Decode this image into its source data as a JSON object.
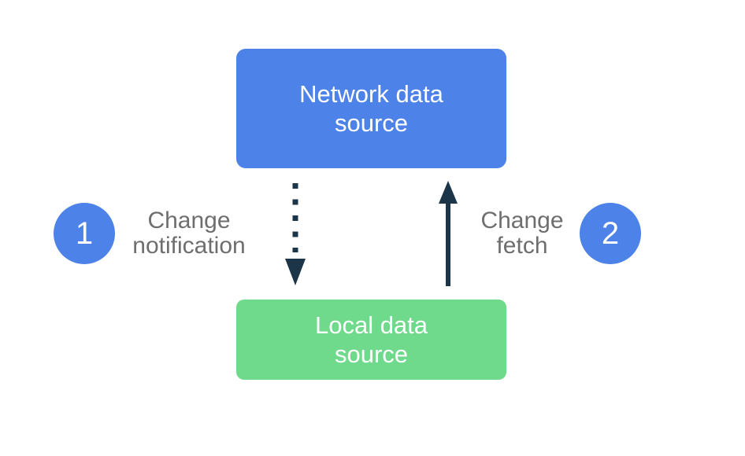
{
  "colors": {
    "background": "#ffffff",
    "node_network": "#4d82e8",
    "node_local": "#6fd98c",
    "node_text": "#ffffff",
    "badge": "#4d82e8",
    "badge_text": "#ffffff",
    "arrow": "#1c3548",
    "label_text": "#6e6e6e"
  },
  "nodes": {
    "network": {
      "line1": "Network data",
      "line2": "source"
    },
    "local": {
      "line1": "Local data",
      "line2": "source"
    }
  },
  "steps": {
    "one": {
      "number": "1",
      "line1": "Change",
      "line2": "notification"
    },
    "two": {
      "number": "2",
      "line1": "Change",
      "line2": "fetch"
    }
  },
  "arrows": {
    "change_notification": {
      "style": "dotted",
      "direction": "down",
      "from": "Network data source",
      "to": "Local data source"
    },
    "change_fetch": {
      "style": "solid",
      "direction": "up",
      "from": "Local data source",
      "to": "Network data source"
    }
  }
}
